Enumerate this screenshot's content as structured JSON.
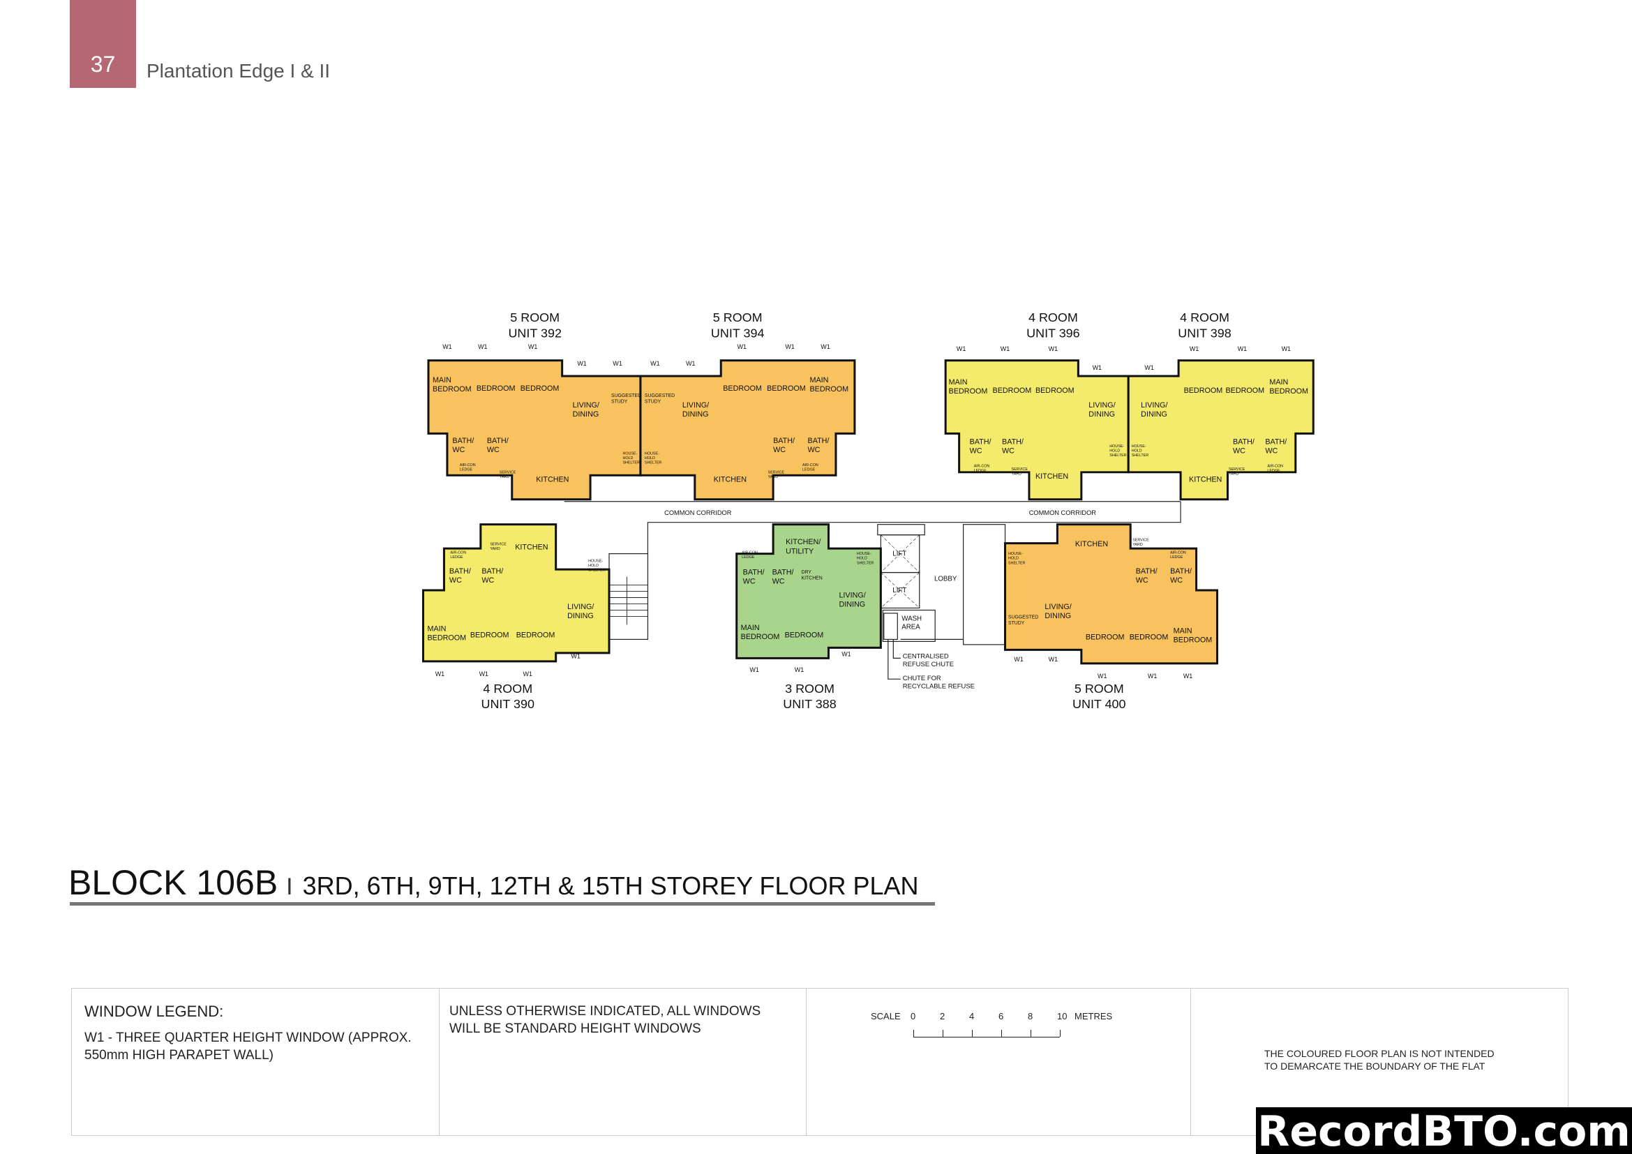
{
  "header": {
    "page_number": "37",
    "title": "Plantation Edge I & II",
    "badge_color": "#B56874"
  },
  "block": {
    "name": "BLOCK 106B",
    "separator": "I",
    "subtitle": "3RD, 6TH, 9TH, 12TH & 15TH STOREY FLOOR PLAN"
  },
  "colors": {
    "five_room": "#F8C25E",
    "four_room": "#F4EA6C",
    "three_room": "#A9D48C"
  },
  "window_label": "W1",
  "units": [
    {
      "type": "5 ROOM",
      "unit": "UNIT 392",
      "color": "#F8C25E",
      "rooms": [
        "MAIN\nBEDROOM",
        "BEDROOM",
        "BEDROOM",
        "LIVING/\nDINING",
        "SUGGESTED\nSTUDY",
        "BATH/\nWC",
        "BATH/\nWC",
        "AIR-CON\nLEDGE",
        "SERVICE\nYARD",
        "KITCHEN",
        "HOUSE-\nHOLD\nSHELTER"
      ],
      "windows": [
        "W1",
        "W1",
        "W1",
        "W1",
        "W1",
        "W1",
        "W1"
      ]
    },
    {
      "type": "5 ROOM",
      "unit": "UNIT 394",
      "color": "#F8C25E",
      "rooms": [
        "MAIN\nBEDROOM",
        "BEDROOM",
        "BEDROOM",
        "LIVING/\nDINING",
        "SUGGESTED\nSTUDY",
        "BATH/\nWC",
        "BATH/\nWC",
        "AIR-CON\nLEDGE",
        "SERVICE\nYARD",
        "KITCHEN",
        "HOUSE-\nHOLD\nSHELTER"
      ],
      "windows": [
        "W1",
        "W1",
        "W1"
      ]
    },
    {
      "type": "4 ROOM",
      "unit": "UNIT 396",
      "color": "#F4EA6C",
      "rooms": [
        "MAIN\nBEDROOM",
        "BEDROOM",
        "BEDROOM",
        "LIVING/\nDINING",
        "BATH/\nWC",
        "BATH/\nWC",
        "AIR-CON\nLEDGE",
        "SERVICE\nYARD",
        "KITCHEN",
        "HOUSE-\nHOLD\nSHELTER"
      ],
      "windows": [
        "W1",
        "W1",
        "W1",
        "W1",
        "W1"
      ]
    },
    {
      "type": "4 ROOM",
      "unit": "UNIT 398",
      "color": "#F4EA6C",
      "rooms": [
        "MAIN\nBEDROOM",
        "BEDROOM",
        "BEDROOM",
        "LIVING/\nDINING",
        "BATH/\nWC",
        "BATH/\nWC",
        "AIR-CON\nLEDGE",
        "SERVICE\nYARD",
        "KITCHEN",
        "HOUSE-\nHOLD\nSHELTER"
      ],
      "windows": [
        "W1",
        "W1",
        "W1"
      ]
    },
    {
      "type": "4 ROOM",
      "unit": "UNIT 390",
      "color": "#F4EA6C",
      "rooms": [
        "KITCHEN",
        "SERVICE\nYARD",
        "AIR-CON\nLEDGE",
        "BATH/\nWC",
        "BATH/\nWC",
        "LIVING/\nDINING",
        "HOUSE-\nHOLD\nSHELTER",
        "MAIN\nBEDROOM",
        "BEDROOM",
        "BEDROOM"
      ],
      "windows": [
        "W1",
        "W1",
        "W1",
        "W1"
      ]
    },
    {
      "type": "3 ROOM",
      "unit": "UNIT 388",
      "color": "#A9D48C",
      "rooms": [
        "KITCHEN/\nUTILITY",
        "AIR-CON\nLEDGE",
        "BATH/\nWC",
        "BATH/\nWC",
        "DRY\nKITCHEN",
        "LIVING/\nDINING",
        "HOUSE-\nHOLD\nSHELTER",
        "MAIN\nBEDROOM",
        "BEDROOM"
      ],
      "windows": [
        "W1",
        "W1",
        "W1"
      ]
    },
    {
      "type": "5 ROOM",
      "unit": "UNIT 400",
      "color": "#F8C25E",
      "rooms": [
        "KITCHEN",
        "SERVICE\nYARD",
        "AIR-CON\nLEDGE",
        "BATH/\nWC",
        "BATH/\nWC",
        "HOUSE-\nHOLD\nSHELTER",
        "SUGGESTED\nSTUDY",
        "LIVING/\nDINING",
        "BEDROOM",
        "BEDROOM",
        "MAIN\nBEDROOM"
      ],
      "windows": [
        "W1",
        "W1",
        "W1",
        "W1",
        "W1"
      ]
    }
  ],
  "common": {
    "corridor": "COMMON CORRIDOR",
    "lift": "LIFT",
    "lobby": "LOBBY",
    "wash_area": "WASH\nAREA",
    "refuse_chute": "CENTRALISED\nREFUSE CHUTE",
    "recycle_chute": "CHUTE FOR\nRECYCLABLE REFUSE"
  },
  "legend": {
    "window_heading": "WINDOW LEGEND:",
    "window_desc_1": "W1  -  THREE QUARTER HEIGHT WINDOW (APPROX.",
    "window_desc_2": "550mm HIGH PARAPET WALL)",
    "standard_1": "UNLESS OTHERWISE INDICATED,  ALL WINDOWS",
    "standard_2": "WILL BE STANDARD HEIGHT WINDOWS",
    "scale_label": "SCALE",
    "scale_ticks": [
      "0",
      "2",
      "4",
      "6",
      "8",
      "10"
    ],
    "scale_unit": "METRES",
    "disclaimer_1": "THE COLOURED FLOOR PLAN IS NOT INTENDED",
    "disclaimer_2": "TO DEMARCATE THE BOUNDARY OF THE FLAT"
  },
  "watermark": "RecordBTO.com"
}
